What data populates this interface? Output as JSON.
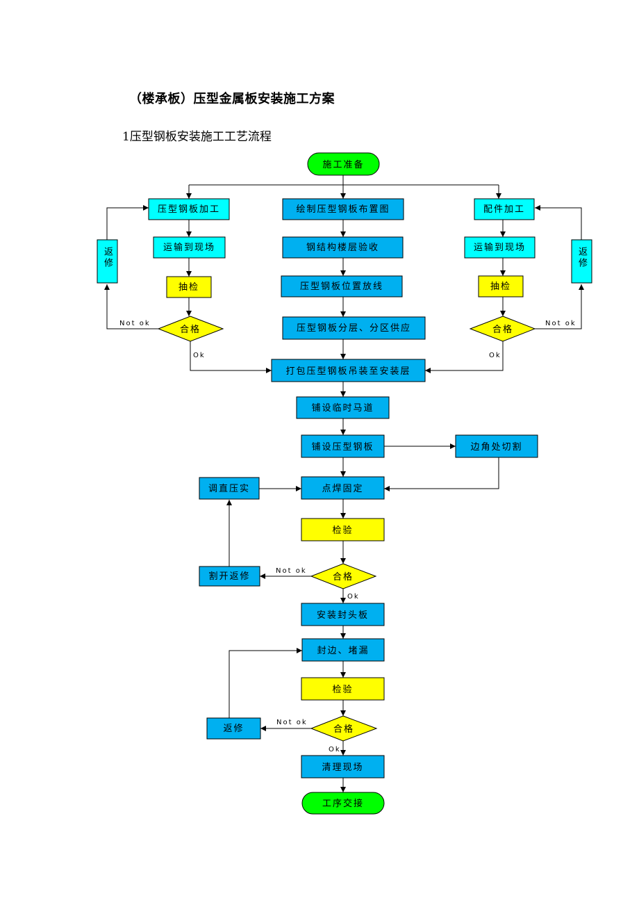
{
  "document": {
    "title": "（楼承板）压型金属板安装施工方案",
    "section_heading": "1压型钢板安装施工工艺流程"
  },
  "colors": {
    "terminal": "#00ff00",
    "process_cyan": "#00ffff",
    "process_blue": "#00b0f0",
    "check_yellow": "#ffff00",
    "line": "#000000"
  },
  "flowchart": {
    "nodes": {
      "start": "施工准备",
      "left_process": "压型钢板加工",
      "left_transport": "运输到现场",
      "left_inspect": "抽检",
      "left_decision": "合格",
      "left_repair": "返修",
      "center_drawing": "绘制压型钢板布置图",
      "center_acceptance": "钢结构楼层验收",
      "center_layout": "压型钢板位置放线",
      "center_supply": "压型钢板分层、分区供应",
      "right_process": "配件加工",
      "right_transport": "运输到现场",
      "right_inspect": "抽检",
      "right_decision": "合格",
      "right_repair": "返修",
      "hoist": "打包压型钢板吊装至安装层",
      "walkway": "铺设临时马道",
      "lay_plates": "铺设压型钢板",
      "edge_cut": "边角处切割",
      "spot_weld": "点焊固定",
      "straighten": "调直压实",
      "inspection_1": "检验",
      "decision_1": "合格",
      "cut_repair": "割开返修",
      "end_plate": "安装封头板",
      "seal_edges": "封边、堵漏",
      "inspection_2": "检验",
      "decision_2": "合格",
      "repair_2": "返修",
      "clean_site": "清理现场",
      "handover": "工序交接"
    },
    "edge_labels": {
      "not_ok": "Not ok",
      "ok": "Ok"
    }
  }
}
